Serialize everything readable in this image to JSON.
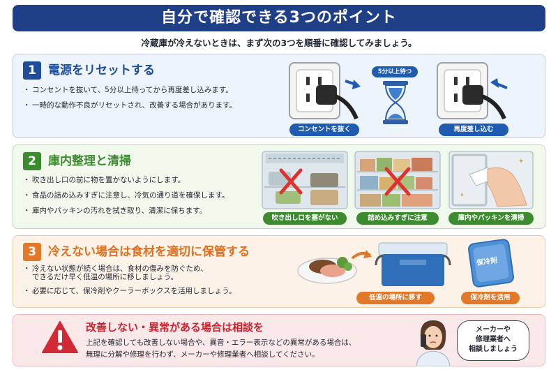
{
  "title": "自分で確認できる3つのポイント",
  "subtitle": "冷蔵庫が冷えないときは、まず次の3つを順番に確認してみましょう。",
  "sections": [
    {
      "number": "1",
      "heading": "電源をリセットする",
      "bullets": [
        "コンセントを抜いて、5分以上待ってから再度差し込みます。",
        "一時的な動作不良がリセットされ、改善する場合があります。"
      ],
      "labels": {
        "unplug": "コンセントを抜く",
        "wait": "5分以上待つ",
        "replug": "再度差し込む"
      }
    },
    {
      "number": "2",
      "heading": "庫内整理と清掃",
      "bullets": [
        "吹き出し口の前に物を置かないようにします。",
        "食品の詰め込みすぎに注意し、冷気の通り道を確保します。",
        "庫内やパッキンの汚れを拭き取り、清潔に保ちます。"
      ],
      "labels": {
        "vent": "吹き出し口を塞がない",
        "overfill": "詰め込みすぎに注意",
        "clean": "庫内やパッキンを清掃"
      }
    },
    {
      "number": "3",
      "heading": "冷えない場合は食材を適切に保管する",
      "bullets": [
        "冷えない状態が続く場合は、食材の傷みを防ぐため、",
        "できるだけ早く低温の場所に移しましょう。",
        "必要に応じて、保冷剤やクーラーボックスを活用しましょう。"
      ],
      "labels": {
        "move": "低温の場所に移す",
        "icepack": "保冷剤を活用",
        "icepack_text": "保冷剤"
      }
    }
  ],
  "warning": {
    "heading": "改善しない・異常がある場合は相談を",
    "lines": [
      "上記を確認しても改善しない場合や、異音・エラー表示などの異常がある場合は、",
      "無理に分解や修理を行わず、メーカーや修理業者へ相談してください。"
    ],
    "bubble": [
      "メーカーや",
      "修理業者へ",
      "相談しましょう"
    ]
  },
  "colors": {
    "navy": "#1f3f86",
    "blue": "#1f4d9a",
    "green": "#3d8b2f",
    "orange": "#e2792a",
    "red": "#c8242f"
  }
}
